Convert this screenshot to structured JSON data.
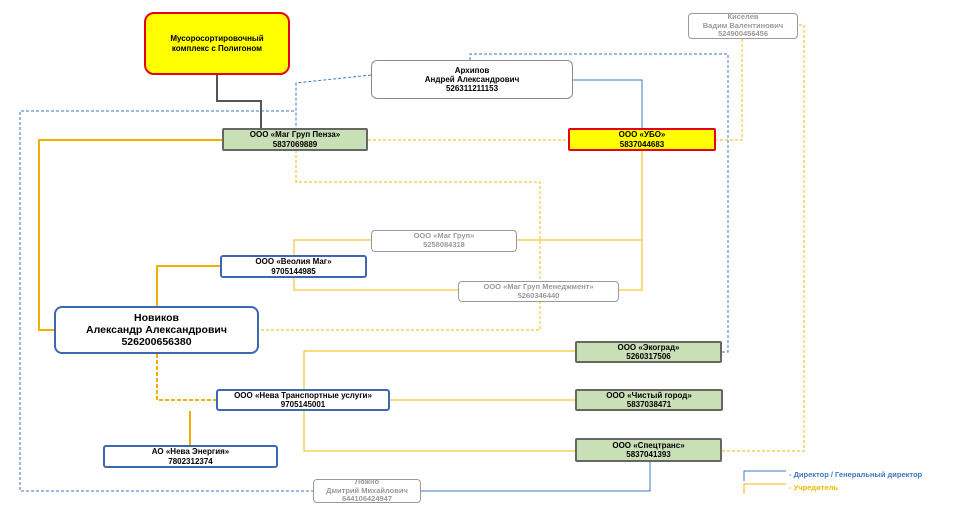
{
  "nodes": {
    "musor": {
      "line1": "Мусоросортировочный",
      "line2": "комплекс с Полигоном"
    },
    "kiselev": {
      "line1": "Киселев",
      "line2": "Вадим Валентинович",
      "line3": "524900456456"
    },
    "arkhipov": {
      "line1": "Архипов",
      "line2": "Андрей Александрович",
      "line3": "526311211153"
    },
    "mag_penza": {
      "line1": "ООО «Маг Груп Пенза»",
      "line2": "5837069889"
    },
    "ubo": {
      "line1": "ООО «УБО»",
      "line2": "5837044683"
    },
    "mag_grup": {
      "line1": "ООО «Маг Груп»",
      "line2": "5258084318"
    },
    "veolia": {
      "line1": "ООО «Веолия Маг»",
      "line2": "9705144985"
    },
    "mag_management": {
      "line1": "ООО «Маг Груп Менеджмент»",
      "line2": "5260346440"
    },
    "novikov": {
      "line1": "Новиков",
      "line2": "Александр Александрович",
      "line3": "526200656380"
    },
    "ekograd": {
      "line1": "ООО «Экоград»",
      "line2": "5260317506"
    },
    "neva_transport": {
      "line1": "ООО «Нева Транспортные услуги»",
      "line2": "9705145001"
    },
    "chisty_gorod": {
      "line1": "ООО «Чистый город»",
      "line2": "5837038471"
    },
    "neva_energy": {
      "line1": "АО «Нева Энергия»",
      "line2": "7802312374"
    },
    "spetstrans": {
      "line1": "ООО «Спецтранс»",
      "line2": "5837041393"
    },
    "lozhno": {
      "line1": "Ложно",
      "line2": "Дмитрий Михайлович",
      "line3": "644106424947"
    }
  },
  "legend": {
    "director": "- Директор / Генеральный директор",
    "founder": "- Учредитель"
  },
  "colors": {
    "director_line": "#3b78c2",
    "founder_line": "#f2b705",
    "founder_line_thick": "#f0b000",
    "highlight_fill": "#ffff00",
    "highlight_border": "#e6001a",
    "company_fill": "#c9dfb6"
  }
}
